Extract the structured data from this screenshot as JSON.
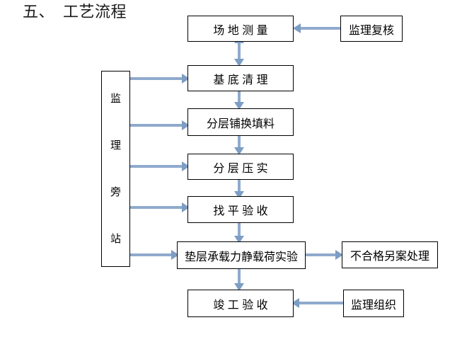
{
  "page": {
    "title": "五、  工艺流程",
    "accent_arrow_color": "#8faacd",
    "arrow_head_color": "#7d9dc4",
    "box_border_color": "#000000",
    "background_color": "#ffffff"
  },
  "flowchart": {
    "main_column": [
      {
        "id": "site-survey",
        "label": "场 地 测 量"
      },
      {
        "id": "base-cleaning",
        "label": "基 底 清 理"
      },
      {
        "id": "layered-backfill",
        "label": "分层铺换填料"
      },
      {
        "id": "layered-compaction",
        "label": "分 层 压 实"
      },
      {
        "id": "leveling-acceptance",
        "label": "找 平 验 收"
      },
      {
        "id": "static-load-test",
        "label": "垫层承载力静载荷实验"
      },
      {
        "id": "completion-acceptance",
        "label": "竣 工 验 收"
      }
    ],
    "side_nodes": [
      {
        "id": "supervision-review",
        "label": "监理复核"
      },
      {
        "id": "unqualified-handling",
        "label": "不合格另案处理"
      },
      {
        "id": "supervision-organization",
        "label": "监理组织"
      }
    ],
    "supervision_station": {
      "id": "supervision-station",
      "label": "监理旁站",
      "characters": [
        "监",
        "理",
        "旁",
        "站"
      ]
    }
  }
}
